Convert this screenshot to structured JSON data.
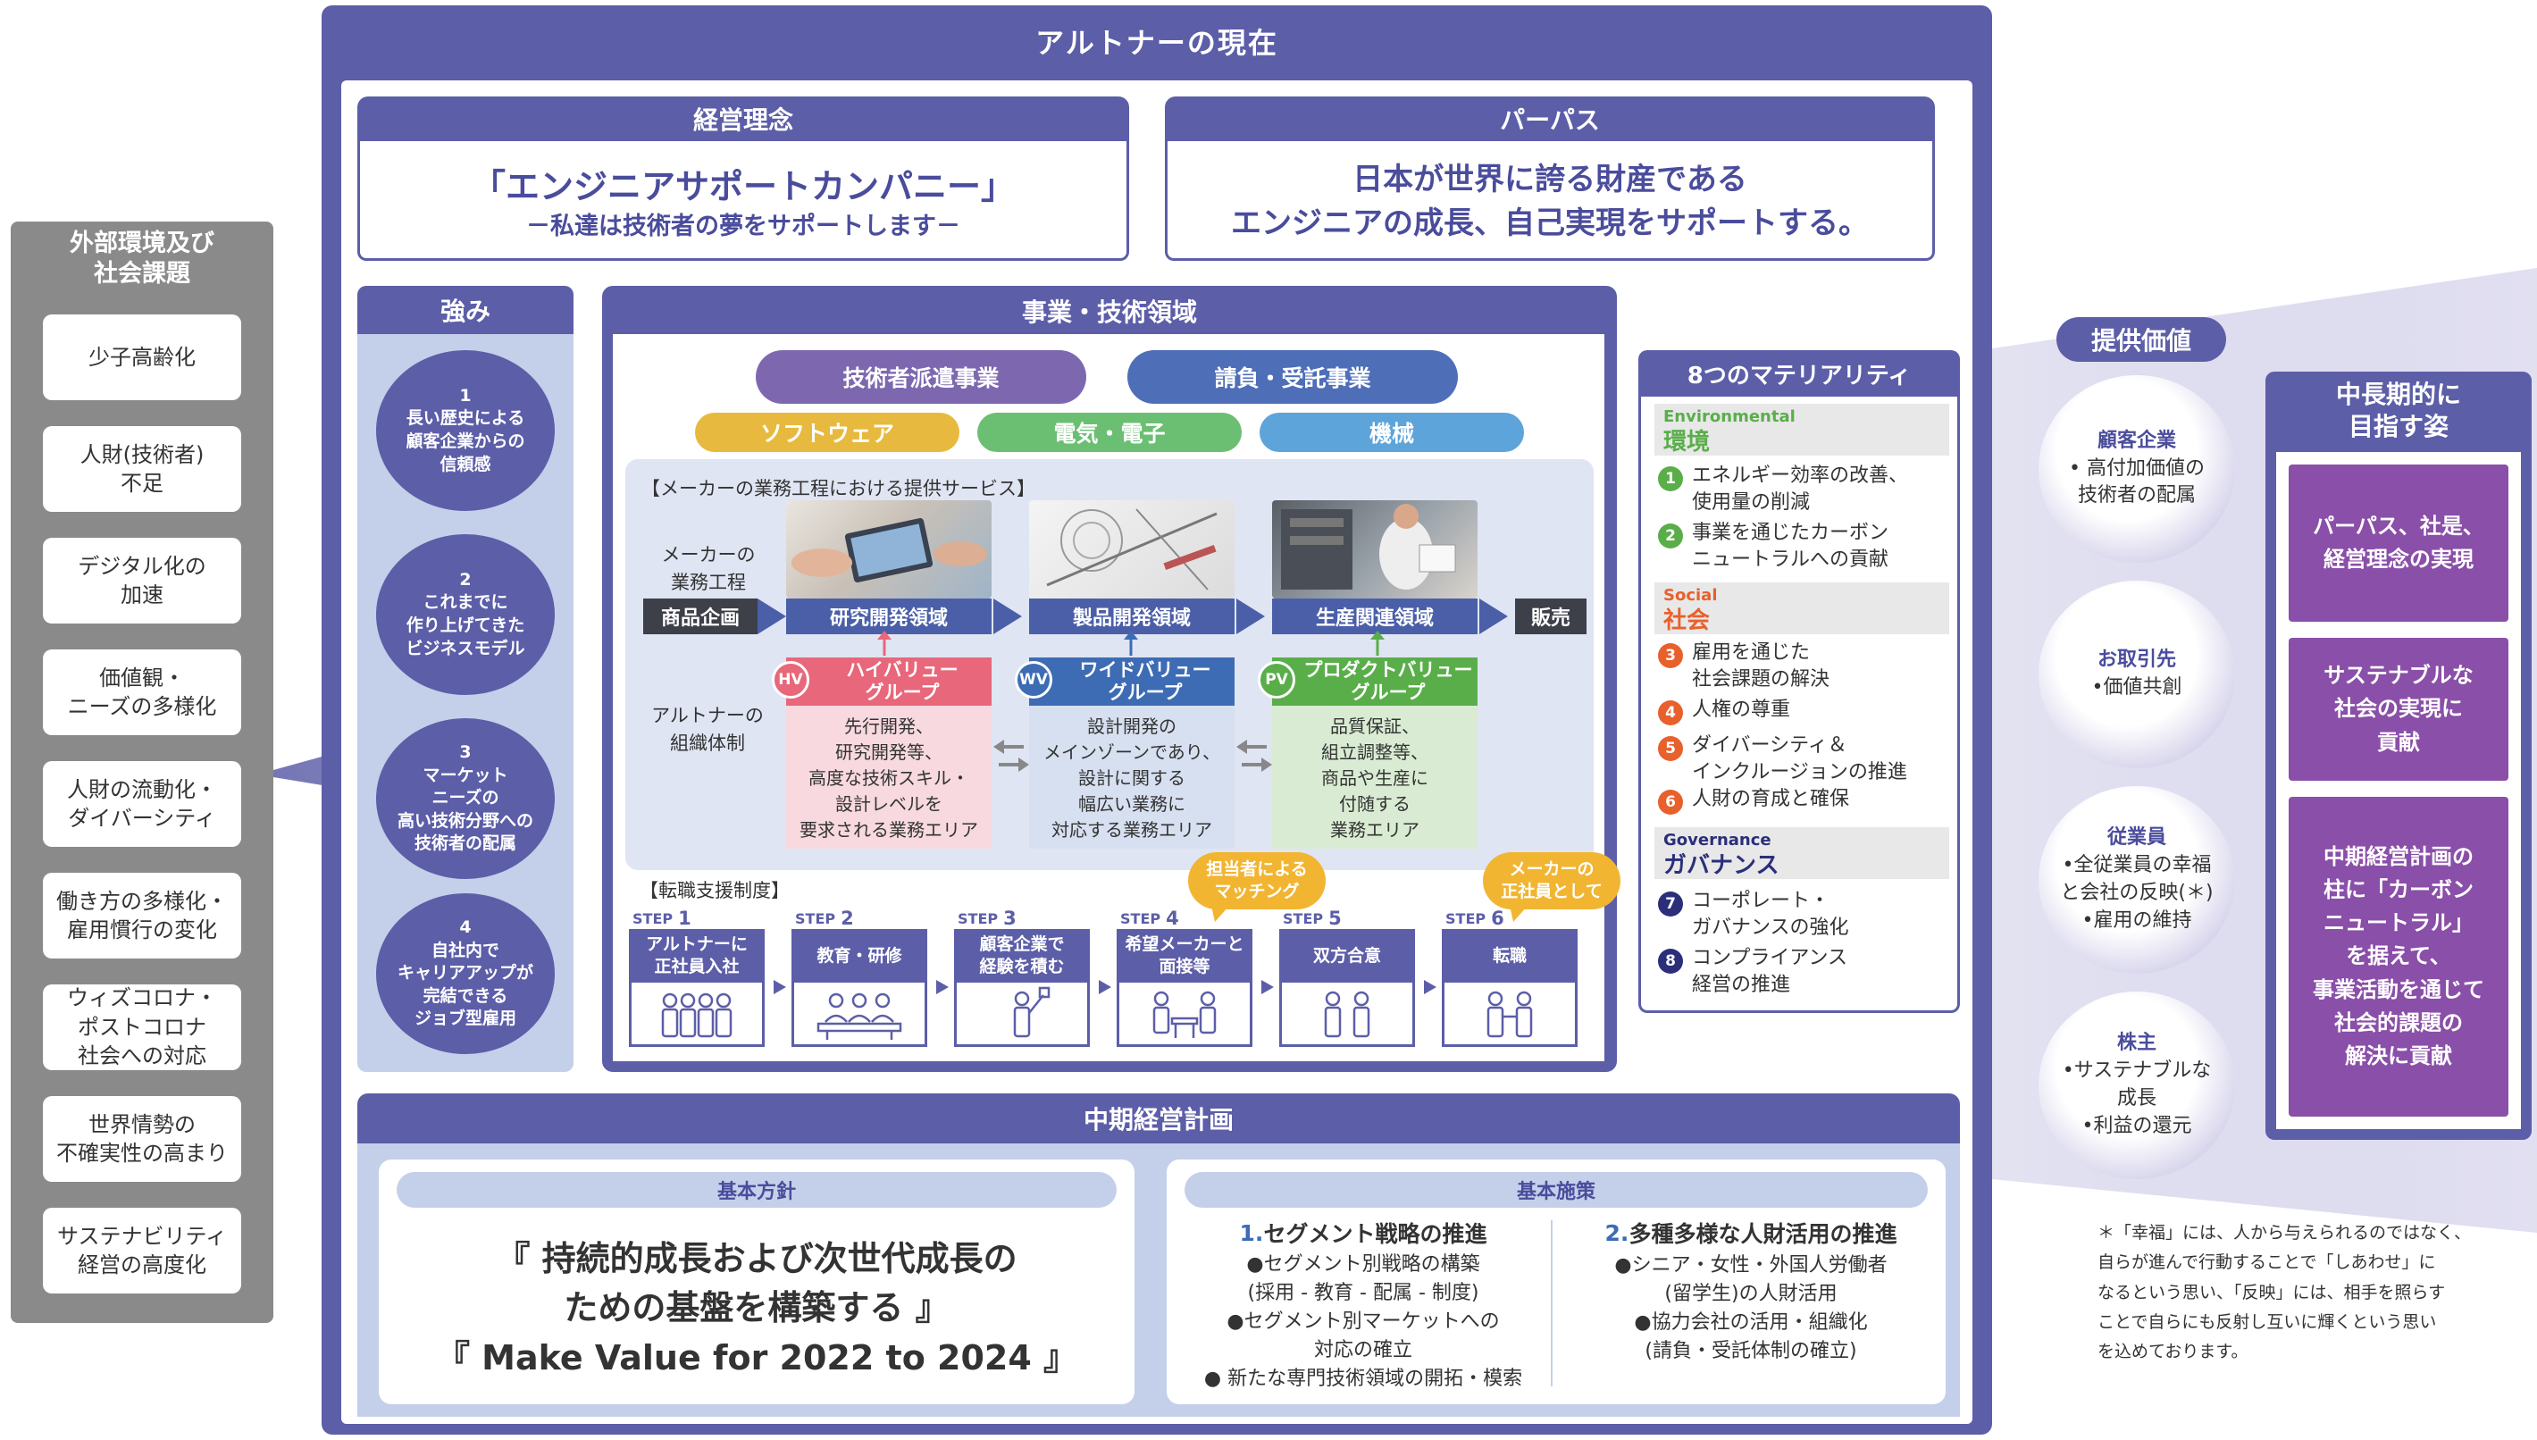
{
  "header": {
    "title": "アルトナーの現在"
  },
  "left": {
    "title": "外部環境及び\n社会課題",
    "items": [
      "少子高齢化",
      "人財(技術者)\n不足",
      "デジタル化の\n加速",
      "価値観・\nニーズの多様化",
      "人財の流動化・\nダイバーシティ",
      "働き方の多様化・\n雇用慣行の変化",
      "ウィズコロナ・\nポストコロナ\n社会への対応",
      "世界情勢の\n不確実性の高まり",
      "サステナビリティ\n経営の高度化"
    ]
  },
  "rinen": {
    "title": "経営理念",
    "main": "「エンジニアサポートカンパニー」",
    "sub": "－私達は技術者の夢をサポートします－"
  },
  "purpose": {
    "title": "パーパス",
    "text": "日本が世界に誇る財産である\nエンジニアの成長、自己実現をサポートする。"
  },
  "strengths": {
    "title": "強み",
    "items": [
      "1\n長い歴史による\n顧客企業からの\n信頼感",
      "2\nこれまでに\n作り上げてきた\nビジネスモデル",
      "3\nマーケット\nニーズの\n高い技術分野への\n技術者の配属",
      "4\n自社内で\nキャリアアップが\n完結できる\nジョブ型雇用"
    ]
  },
  "business": {
    "title": "事業・技術領域",
    "types": [
      "技術者派遣事業",
      "請負・受託事業"
    ],
    "fields": [
      "ソフトウェア",
      "電気・電子",
      "機械"
    ],
    "service_label": "【メーカーの業務工程における提供サービス】",
    "maker_label": "メーカーの\n業務工程",
    "altner_label": "アルトナーの\n組織体制",
    "process": [
      "商品企画",
      "研究開発領域",
      "製品開発領域",
      "生産関連領域",
      "販売"
    ],
    "groups": [
      {
        "badge": "HV",
        "name": "ハイバリュー\nグループ",
        "desc": "先行開発、\n研究開発等、\n高度な技術スキル・\n設計レベルを\n要求される業務エリア",
        "color": "#e8677a"
      },
      {
        "badge": "WV",
        "name": "ワイドバリュー\nグループ",
        "desc": "設計開発の\nメインゾーンであり、\n設計に関する\n幅広い業務に\n対応する業務エリア",
        "color": "#3d6cb5"
      },
      {
        "badge": "PV",
        "name": "プロダクトバリュー\nグループ",
        "desc": "品質保証、\n組立調整等、\n商品や生産に\n付随する\n業務エリア",
        "color": "#5aae4a"
      }
    ],
    "tenshoku_label": "【転職支援制度】",
    "steps": [
      {
        "label": "STEP",
        "num": "1",
        "title": "アルトナーに\n正社員入社"
      },
      {
        "label": "STEP",
        "num": "2",
        "title": "教育・研修"
      },
      {
        "label": "STEP",
        "num": "3",
        "title": "顧客企業で\n経験を積む"
      },
      {
        "label": "STEP",
        "num": "4",
        "title": "希望メーカーと\n面接等"
      },
      {
        "label": "STEP",
        "num": "5",
        "title": "双方合意"
      },
      {
        "label": "STEP",
        "num": "6",
        "title": "転職"
      }
    ],
    "bubbles": [
      "担当者による\nマッチング",
      "メーカーの\n正社員として"
    ]
  },
  "materiality": {
    "title": "8つのマテリアリティ",
    "categories": [
      {
        "en": "Environmental",
        "jp": "環境",
        "color": "#5aae4a"
      },
      {
        "en": "Social",
        "jp": "社会",
        "color": "#e8602c"
      },
      {
        "en": "Governance",
        "jp": "ガバナンス",
        "color": "#2b2f7a"
      }
    ],
    "items": [
      {
        "num": "1",
        "text": "エネルギー効率の改善、\n使用量の削減"
      },
      {
        "num": "2",
        "text": "事業を通じたカーボン\nニュートラルへの貢献"
      },
      {
        "num": "3",
        "text": "雇用を通じた\n社会課題の解決"
      },
      {
        "num": "4",
        "text": "人権の尊重"
      },
      {
        "num": "5",
        "text": "ダイバーシティ＆\nインクルージョンの推進"
      },
      {
        "num": "6",
        "text": "人財の育成と確保"
      },
      {
        "num": "7",
        "text": "コーポレート・\nガバナンスの強化"
      },
      {
        "num": "8",
        "text": "コンプライアンス\n経営の推進"
      }
    ]
  },
  "plan": {
    "title": "中期経営計画",
    "policy_title": "基本方針",
    "policy_text": "『 持続的成長および次世代成長の\nための基盤を構築する 』\n『 Make Value for 2022 to 2024 』",
    "measures_title": "基本施策",
    "m1_num": "1.",
    "m1_title": "セグメント戦略の推進",
    "m1_items": "●セグメント別戦略の構築\n(採用 - 教育 - 配属 - 制度)\n●セグメント別マーケットへの\n対応の確立\n● 新たな専門技術領域の開拓・模索",
    "m2_num": "2.",
    "m2_title": "多種多様な人財活用の推進",
    "m2_items": "●シニア・女性・外国人労働者\n(留学生)の人財活用\n●協力会社の活用・組織化\n(請負・受託体制の確立)"
  },
  "value": {
    "title": "提供価値",
    "items": [
      {
        "head": "顧客企業",
        "body": "• 高付加価値の\n技術者の配属"
      },
      {
        "head": "お取引先",
        "body": "•価値共創"
      },
      {
        "head": "従業員",
        "body": "•全従業員の幸福\nと会社の反映(＊)\n•雇用の維持"
      },
      {
        "head": "株主",
        "body": "•サステナブルな\n成長\n•利益の還元"
      }
    ]
  },
  "goal": {
    "title": "中長期的に\n目指す姿",
    "items": [
      "パーパス、社是、\n経営理念の実現",
      "サステナブルな\n社会の実現に\n貢献",
      "中期経営計画の\n柱に「カーボン\nニュートラル」\nを据えて、\n事業活動を通じて\n社会的課題の\n解決に貢献"
    ]
  },
  "note": "＊「幸福」には、人から与えられるのではなく、\n自らが進んで行動することで「しあわせ」に\nなるという思い、「反映」には、相手を照らす\nことで自らにも反射し互いに輝くという思い\nを込めております。"
}
